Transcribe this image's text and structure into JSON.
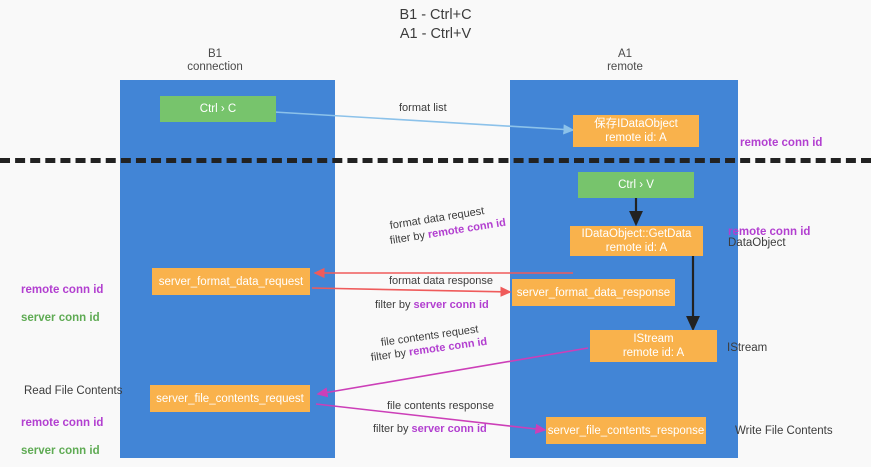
{
  "title": "B1 - Ctrl+C\nA1 - Ctrl+V",
  "columns": [
    {
      "name": "b1",
      "caption": "B1\nconnection"
    },
    {
      "name": "a1",
      "caption": "A1\nremote"
    }
  ],
  "nodes": {
    "ctrl_c": "Ctrl › C",
    "idataobject_saved": "保存IDataObject\nremote id: A",
    "ctrl_v": "Ctrl › V",
    "getdata": "IDataObject::GetData\nremote id: A",
    "server_format_data_request": "server_format_data_request",
    "server_format_data_response": "server_format_data_response",
    "istream": "IStream\nremote id: A",
    "server_file_contents_request": "server_file_contents_request",
    "server_file_contents_response": "server_file_contents_response"
  },
  "side_annotations": {
    "remote_conn_id": "remote conn id",
    "server_conn_id": "server conn id",
    "read_file_contents": "Read File Contents"
  },
  "right_notes": {
    "data_object": "DataObject",
    "istream": "IStream",
    "write_file_contents": "Write File Contents"
  },
  "edges": {
    "format_list": "format list",
    "format_data_request": "format data request",
    "format_data_response": "format data response",
    "file_contents_request": "file contents request",
    "file_contents_response": "file contents response",
    "filter_by": "filter by",
    "remote_conn_id": "remote conn id",
    "server_conn_id": "server conn id"
  },
  "colors": {
    "lane": "#4285d6",
    "node_green": "#77c46c",
    "node_orange": "#f9b24c",
    "purple": "#b23fd0",
    "green_text": "#5fab54",
    "arrow_blue": "#8cc2ea",
    "arrow_red": "#ef5b5b",
    "arrow_magenta": "#cc3fb8",
    "arrow_black": "#222222"
  }
}
